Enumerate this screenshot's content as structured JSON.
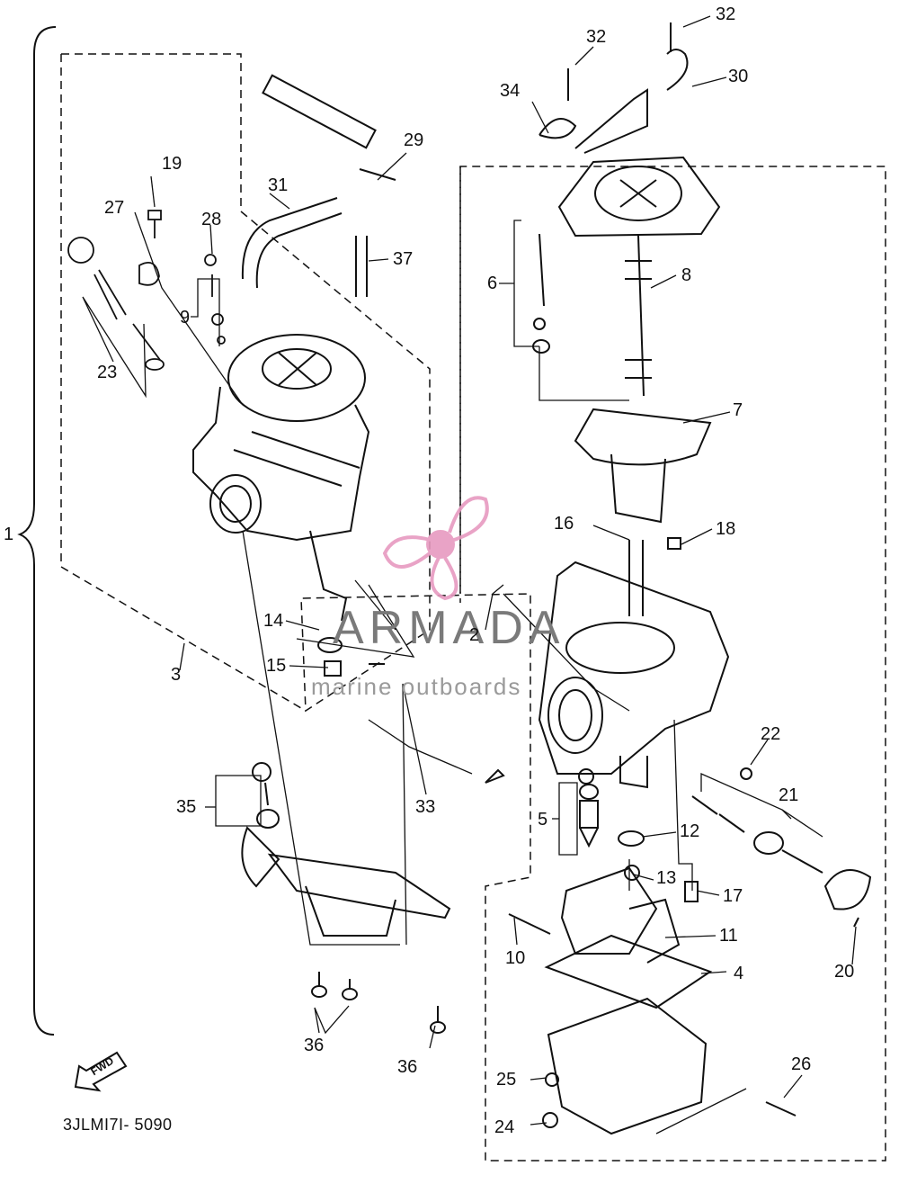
{
  "diagram": {
    "part_code": "3JLMI7I- 5090",
    "front_marker": "FWD",
    "watermark": {
      "name": "ARMADA",
      "tagline": "marine outboards",
      "accent_color": "#e79ac0"
    },
    "callouts": [
      "1",
      "2",
      "3",
      "4",
      "5",
      "6",
      "7",
      "8",
      "9",
      "10",
      "11",
      "12",
      "13",
      "14",
      "15",
      "16",
      "17",
      "18",
      "19",
      "20",
      "21",
      "22",
      "23",
      "24",
      "25",
      "26",
      "27",
      "28",
      "29",
      "30",
      "31",
      "32",
      "33",
      "34",
      "35",
      "36",
      "37"
    ]
  }
}
